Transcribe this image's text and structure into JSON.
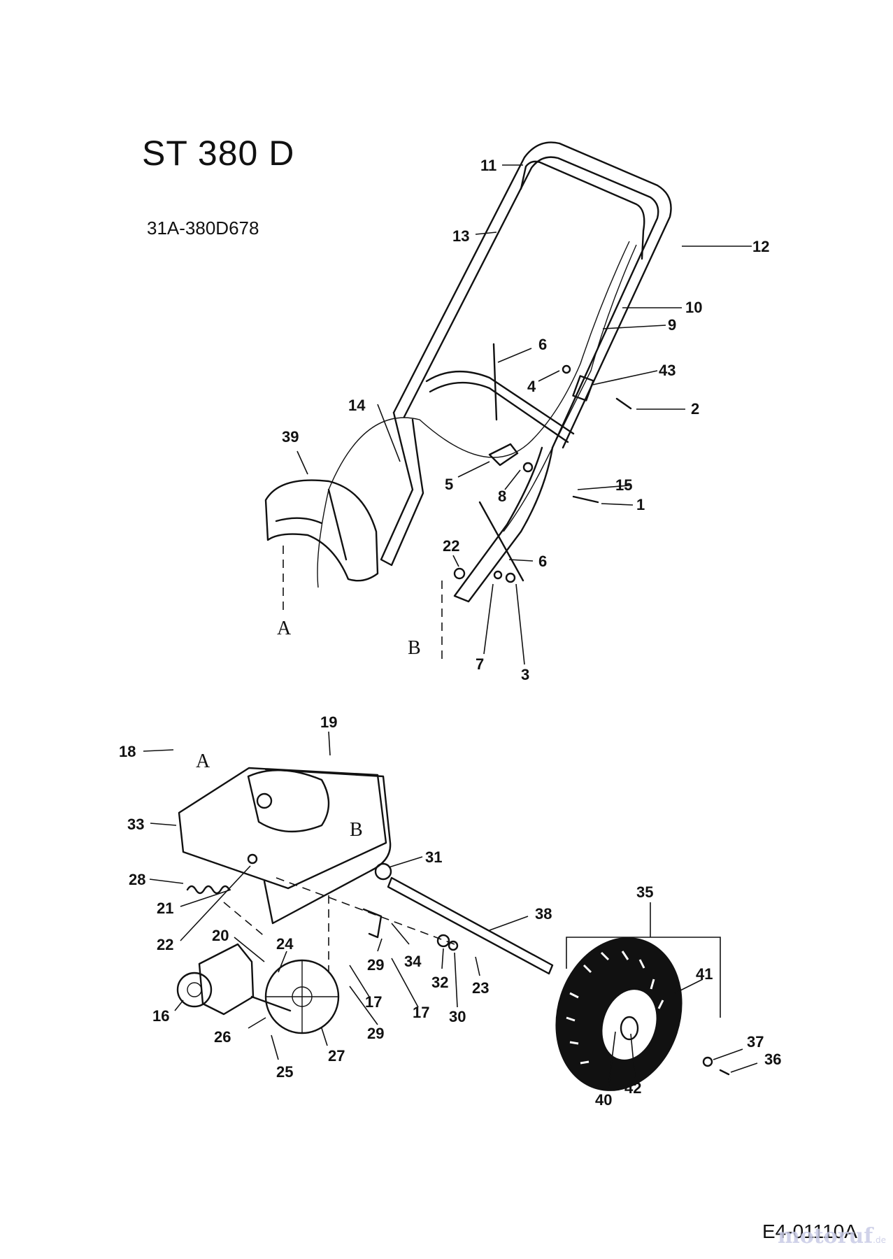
{
  "header": {
    "model": "ST 380 D",
    "model_number": "31A-380D678"
  },
  "footer": {
    "drawing_code": "E4-01110A",
    "watermark": "motoruf",
    "watermark_suffix": ".de"
  },
  "references": {
    "a_upper": "A",
    "b_upper": "B",
    "a_lower": "A",
    "b_lower": "B"
  },
  "callouts": {
    "p1": "1",
    "p2": "2",
    "p3": "3",
    "p4": "4",
    "p5": "5",
    "p6a": "6",
    "p6b": "6",
    "p7": "7",
    "p8": "8",
    "p9": "9",
    "p10": "10",
    "p11": "11",
    "p12": "12",
    "p13": "13",
    "p14": "14",
    "p15": "15",
    "p16": "16",
    "p17a": "17",
    "p17b": "17",
    "p18": "18",
    "p19": "19",
    "p20": "20",
    "p21": "21",
    "p22a": "22",
    "p22b": "22",
    "p23": "23",
    "p24": "24",
    "p25": "25",
    "p26": "26",
    "p27": "27",
    "p28": "28",
    "p29a": "29",
    "p29b": "29",
    "p30": "30",
    "p31": "31",
    "p32": "32",
    "p33": "33",
    "p34": "34",
    "p35": "35",
    "p36": "36",
    "p37": "37",
    "p38": "38",
    "p39": "39",
    "p40": "40",
    "p41": "41",
    "p42": "42",
    "p43": "43"
  }
}
